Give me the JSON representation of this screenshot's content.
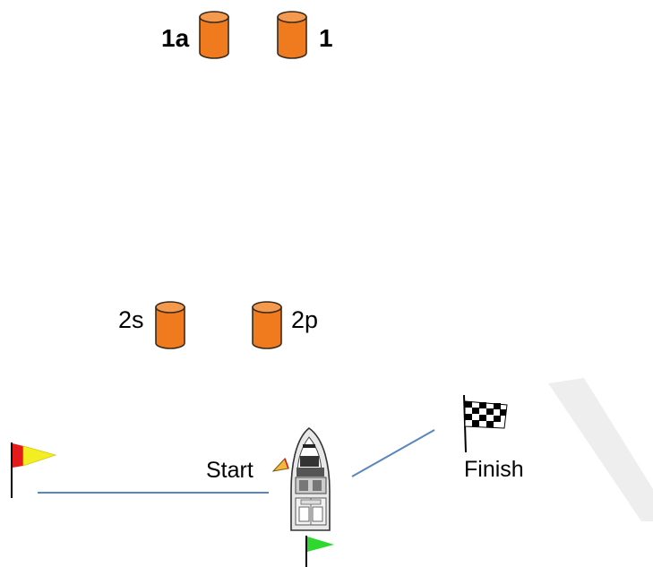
{
  "colors": {
    "buoy_fill": "#f07a1e",
    "buoy_stroke": "#3a2a1a",
    "line": "#5a86be",
    "flag_green": "#2ed82e",
    "flag_red": "#e31b1b",
    "flag_yellow": "#f2ee22",
    "boat_hull": "#e6e6e6",
    "boat_outline": "#333333",
    "band": "#eeeeee"
  },
  "buoys": [
    {
      "id": "1a",
      "label": "1a"
    },
    {
      "id": "1",
      "label": "1"
    },
    {
      "id": "2s",
      "label": "2s"
    },
    {
      "id": "2p",
      "label": "2p"
    }
  ],
  "start_label": "Start",
  "finish_label": "Finish",
  "icons": {
    "boat": "boat-icon",
    "start_flag": "start-flag-icon",
    "finish_flag": "checkered-flag-icon",
    "green_flag": "green-flag-icon"
  }
}
